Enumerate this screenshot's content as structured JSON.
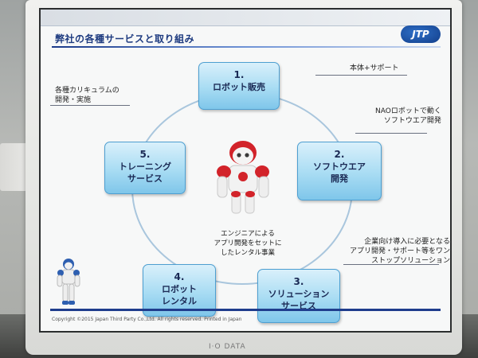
{
  "slide": {
    "title": "弊社の各種サービスと取り組み",
    "logo_text": "JTP",
    "copyright": "Copyright ©2015 Japan Third Party Co.,Ltd. All rights reserved. Printed in Japan",
    "center_text": [
      "エンジニアによる",
      "アプリ開発をセットに",
      "したレンタル事業"
    ],
    "services": [
      {
        "number": "1.",
        "label": [
          "ロボット販売"
        ]
      },
      {
        "number": "2.",
        "label": [
          "ソフトウエア",
          "開発"
        ]
      },
      {
        "number": "3.",
        "label": [
          "ソリューション",
          "サービス"
        ]
      },
      {
        "number": "4.",
        "label": [
          "ロボット",
          "レンタル"
        ]
      },
      {
        "number": "5.",
        "label": [
          "トレーニング",
          "サービス"
        ]
      }
    ],
    "annotations": {
      "hardware_support": [
        "本体+サポート"
      ],
      "software": [
        "NAOロボットで動く",
        "ソフトウエア開発"
      ],
      "solution": [
        "企業向け導入に必要となる",
        "アプリ開発・サポート等をワン",
        "ストップソリューション"
      ],
      "training": [
        "各種カリキュラムの",
        "開発・実施"
      ]
    }
  },
  "monitor": {
    "brand": "I·O DATA"
  },
  "colors": {
    "accent": "#1e3b80",
    "box_fill": "#a8dcf3",
    "box_border": "#4d9fd1",
    "robot_red": "#d2232a"
  }
}
